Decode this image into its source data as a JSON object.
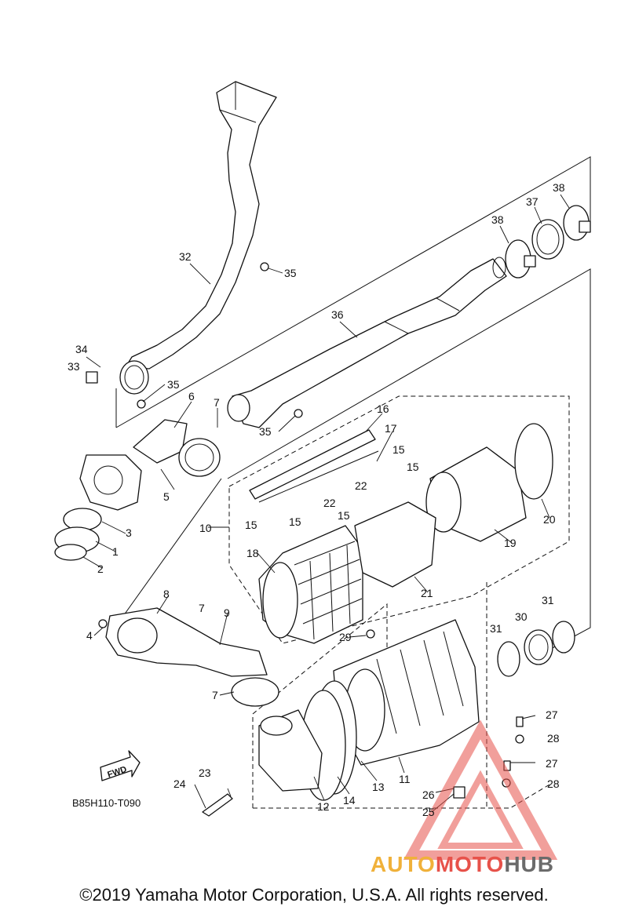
{
  "diagram": {
    "drawing_code": "B85H110-T090",
    "fwd_label": "FWD",
    "copyright": "©2019 Yamaha Motor Corporation, U.S.A. All rights reserved.",
    "watermark": {
      "part1": "AUTO",
      "part2": "MOTO",
      "part3": "HUB",
      "color_auto": "#f0b13a",
      "color_moto": "#e7524a",
      "color_hub": "#6b6b6b"
    },
    "callouts": [
      {
        "id": "c32",
        "text": "32"
      },
      {
        "id": "c35a",
        "text": "35"
      },
      {
        "id": "c34",
        "text": "34"
      },
      {
        "id": "c33",
        "text": "33"
      },
      {
        "id": "c35b",
        "text": "35"
      },
      {
        "id": "c6",
        "text": "6"
      },
      {
        "id": "c7a",
        "text": "7"
      },
      {
        "id": "c36",
        "text": "36"
      },
      {
        "id": "c38a",
        "text": "38"
      },
      {
        "id": "c37",
        "text": "37"
      },
      {
        "id": "c38b",
        "text": "38"
      },
      {
        "id": "c35c",
        "text": "35"
      },
      {
        "id": "c16",
        "text": "16"
      },
      {
        "id": "c17",
        "text": "17"
      },
      {
        "id": "c15a",
        "text": "15"
      },
      {
        "id": "c15b",
        "text": "15"
      },
      {
        "id": "c22a",
        "text": "22"
      },
      {
        "id": "c22b",
        "text": "22"
      },
      {
        "id": "c15c",
        "text": "15"
      },
      {
        "id": "c15d",
        "text": "15"
      },
      {
        "id": "c15e",
        "text": "15"
      },
      {
        "id": "c10",
        "text": "10"
      },
      {
        "id": "c5",
        "text": "5"
      },
      {
        "id": "c3",
        "text": "3"
      },
      {
        "id": "c1",
        "text": "1"
      },
      {
        "id": "c2",
        "text": "2"
      },
      {
        "id": "c18",
        "text": "18"
      },
      {
        "id": "c20",
        "text": "20"
      },
      {
        "id": "c19",
        "text": "19"
      },
      {
        "id": "c21",
        "text": "21"
      },
      {
        "id": "c8",
        "text": "8"
      },
      {
        "id": "c7b",
        "text": "7"
      },
      {
        "id": "c9",
        "text": "9"
      },
      {
        "id": "c4",
        "text": "4"
      },
      {
        "id": "c29",
        "text": "29"
      },
      {
        "id": "c30",
        "text": "30"
      },
      {
        "id": "c31a",
        "text": "31"
      },
      {
        "id": "c31b",
        "text": "31"
      },
      {
        "id": "c7c",
        "text": "7"
      },
      {
        "id": "c27a",
        "text": "27"
      },
      {
        "id": "c28a",
        "text": "28"
      },
      {
        "id": "c27b",
        "text": "27"
      },
      {
        "id": "c28b",
        "text": "28"
      },
      {
        "id": "c23",
        "text": "23"
      },
      {
        "id": "c24",
        "text": "24"
      },
      {
        "id": "c26",
        "text": "26"
      },
      {
        "id": "c25",
        "text": "25"
      },
      {
        "id": "c12",
        "text": "12"
      },
      {
        "id": "c14",
        "text": "14"
      },
      {
        "id": "c13",
        "text": "13"
      },
      {
        "id": "c11",
        "text": "11"
      }
    ]
  }
}
